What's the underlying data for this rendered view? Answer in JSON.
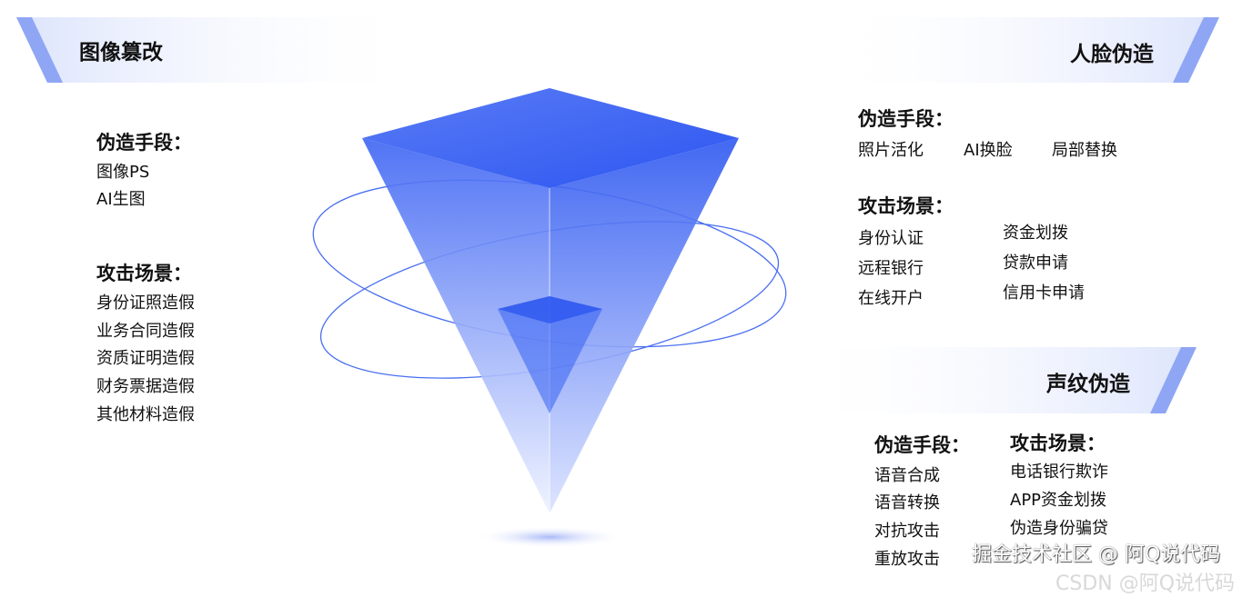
{
  "left_panel": {
    "title": "图像篡改",
    "methods_heading": "伪造手段：",
    "methods": [
      "图像PS",
      "AI生图"
    ],
    "scenes_heading": "攻击场景：",
    "scenes": [
      "身份证照造假",
      "业务合同造假",
      "资质证明造假",
      "财务票据造假",
      "其他材料造假"
    ]
  },
  "face_panel": {
    "title": "人脸伪造",
    "methods_heading": "伪造手段：",
    "methods": [
      "照片活化",
      "AI换脸",
      "局部替换"
    ],
    "scenes_heading": "攻击场景：",
    "scenes_col1": [
      "身份认证",
      "远程银行",
      "在线开户"
    ],
    "scenes_col2": [
      "资金划拨",
      "贷款申请",
      "信用卡申请"
    ]
  },
  "voice_panel": {
    "title": "声纹伪造",
    "methods_heading": "伪造手段：",
    "methods": [
      "语音合成",
      "语音转换",
      "对抗攻击",
      "重放攻击"
    ],
    "scenes_heading": "攻击场景：",
    "scenes": [
      "电话银行欺诈",
      "APP资金划拨",
      "伪造身份骗贷"
    ]
  },
  "watermarks": {
    "juejin": "掘金技术社区 @ 阿Q说代码",
    "csdn": "CSDN @阿Q说代码"
  },
  "colors": {
    "accent": "#2f5cf5",
    "header_stripe": "#8fa6f5",
    "header_bg": "#dfe6fc"
  }
}
